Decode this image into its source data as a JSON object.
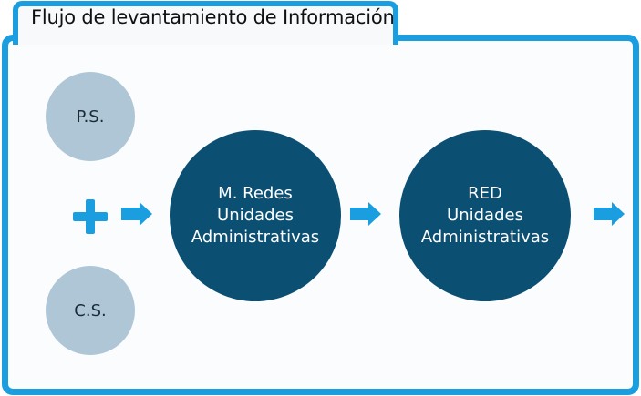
{
  "header": {
    "title": "Flujo de levantamiento de Información"
  },
  "nodes": {
    "ps": "P.S.",
    "cs": "C.S.",
    "redes": [
      "M. Redes",
      "Unidades",
      "Administrativas"
    ],
    "red": [
      "RED",
      "Unidades",
      "Administrativas"
    ]
  },
  "colors": {
    "accent": "#1a9ee0",
    "node_dark": "#0b4f72",
    "node_light": "#afc6d6"
  },
  "icons": [
    "plus-icon",
    "arrow-right-icon"
  ]
}
